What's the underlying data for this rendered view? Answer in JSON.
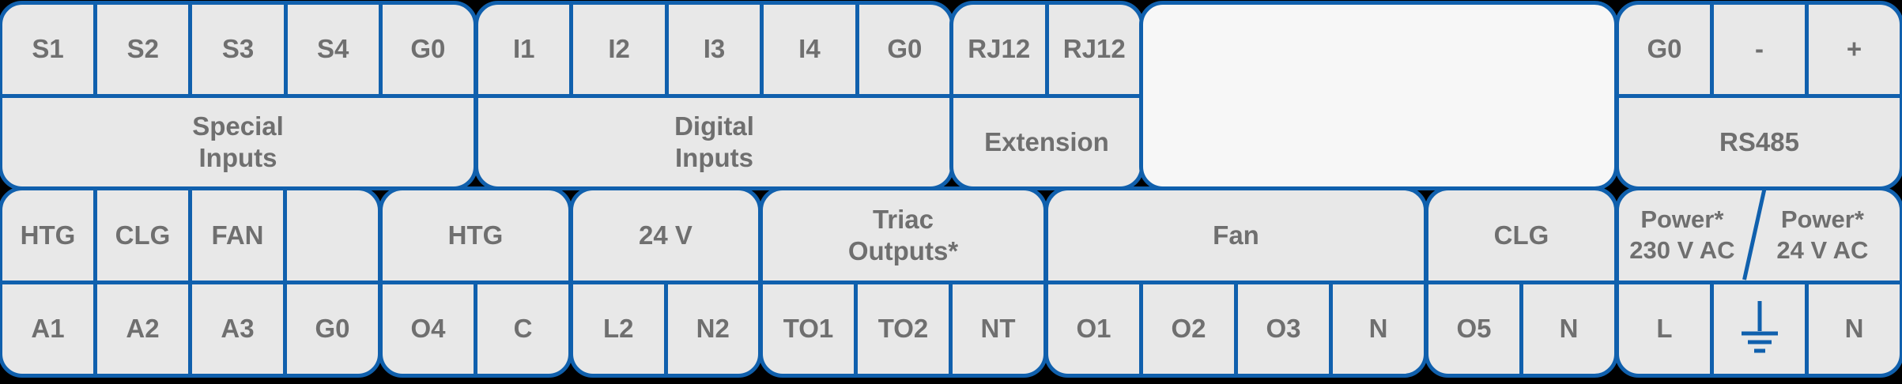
{
  "colors": {
    "border_blue": "#1060AD",
    "cell_fill": "#E8E8E8",
    "empty_panel_fill": "#F7F7F7",
    "text_gray": "#6F6F6F",
    "background": "#000000"
  },
  "top_row": {
    "special_inputs": {
      "label": "Special\nInputs",
      "terminals": [
        "S1",
        "S2",
        "S3",
        "S4",
        "G0"
      ]
    },
    "digital_inputs": {
      "label": "Digital\nInputs",
      "terminals": [
        "I1",
        "I2",
        "I3",
        "I4",
        "G0"
      ]
    },
    "extension": {
      "label": "Extension",
      "terminals": [
        "RJ12",
        "RJ12"
      ]
    },
    "rs485": {
      "label": "RS485",
      "terminals": [
        "G0",
        "-",
        "+"
      ]
    }
  },
  "bottom_row": {
    "analog_outputs": {
      "labels": [
        "HTG",
        "CLG",
        "FAN",
        ""
      ],
      "terminals": [
        "A1",
        "A2",
        "A3",
        "G0"
      ]
    },
    "htg": {
      "label": "HTG",
      "terminals": [
        "O4",
        "C"
      ]
    },
    "v24": {
      "label": "24 V",
      "terminals": [
        "L2",
        "N2"
      ]
    },
    "triac_outputs": {
      "label": "Triac\nOutputs*",
      "terminals": [
        "TO1",
        "TO2",
        "NT"
      ]
    },
    "fan": {
      "label": "Fan",
      "terminals": [
        "O1",
        "O2",
        "O3",
        "N"
      ]
    },
    "clg": {
      "label": "CLG",
      "terminals": [
        "O5",
        "N"
      ]
    },
    "power": {
      "label_230": "Power*\n230 V AC",
      "label_24": "Power*\n24 V AC",
      "terminal_l": "L",
      "earth_icon": "earth-ground",
      "terminal_n": "N"
    }
  }
}
